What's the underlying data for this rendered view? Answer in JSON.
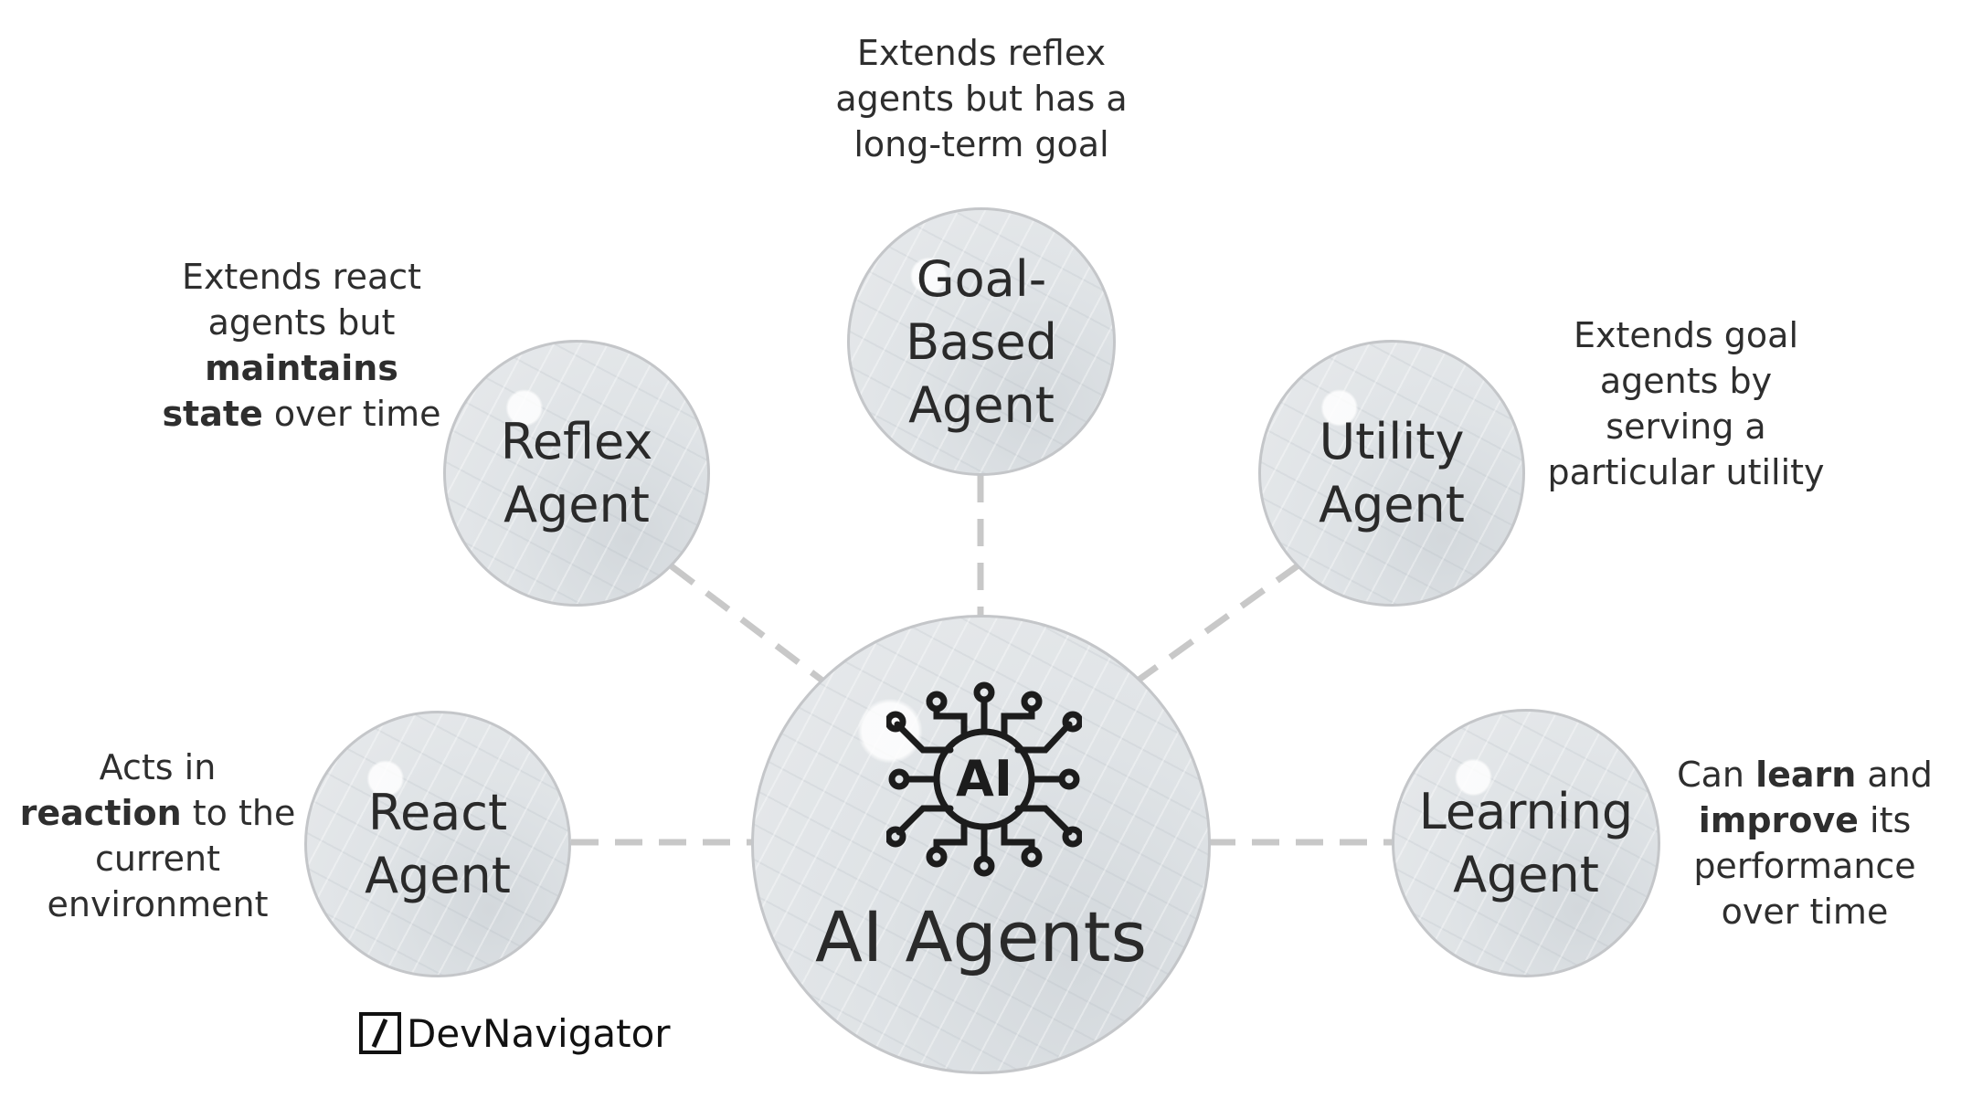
{
  "center": {
    "label": "AI Agents",
    "icon_text": "AI",
    "icon": "ai-chip-circuit-icon"
  },
  "nodes": {
    "react": {
      "label_line1": "React",
      "label_line2": "Agent",
      "desc": [
        "Acts in",
        "reaction to the",
        "current",
        "environment"
      ],
      "desc_bold": "reaction"
    },
    "reflex": {
      "label_line1": "Reflex",
      "label_line2": "Agent",
      "desc": [
        "Extends react",
        "agents but",
        "maintains",
        "state over time"
      ]
    },
    "goal": {
      "label_line1": "Goal-",
      "label_line2": "Based",
      "label_line3": "Agent",
      "desc": [
        "Extends reflex",
        "agents but has a",
        "long-term goal"
      ]
    },
    "utility": {
      "label_line1": "Utility",
      "label_line2": "Agent",
      "desc": [
        "Extends goal",
        "agents by",
        "serving a",
        "particular utility"
      ]
    },
    "learning": {
      "label_line1": "Learning",
      "label_line2": "Agent",
      "desc": [
        "Can learn and",
        "improve its",
        "performance",
        "over time"
      ]
    }
  },
  "bold_words": {
    "reflex_maintains": "maintains",
    "reflex_state": "state",
    "reflex_rest": " over time",
    "react_reaction": "reaction",
    "react_rest": " to the",
    "learning_can": "Can ",
    "learning_learn": "learn",
    "learning_and": " and",
    "learning_improve": "improve",
    "learning_its": " its"
  },
  "brand": {
    "name": "DevNavigator",
    "logo": "slash-box-logo-icon"
  },
  "colors": {
    "node_border": "#c4c6c9",
    "connector": "#c8c8c8",
    "text": "#2b2b2b"
  }
}
